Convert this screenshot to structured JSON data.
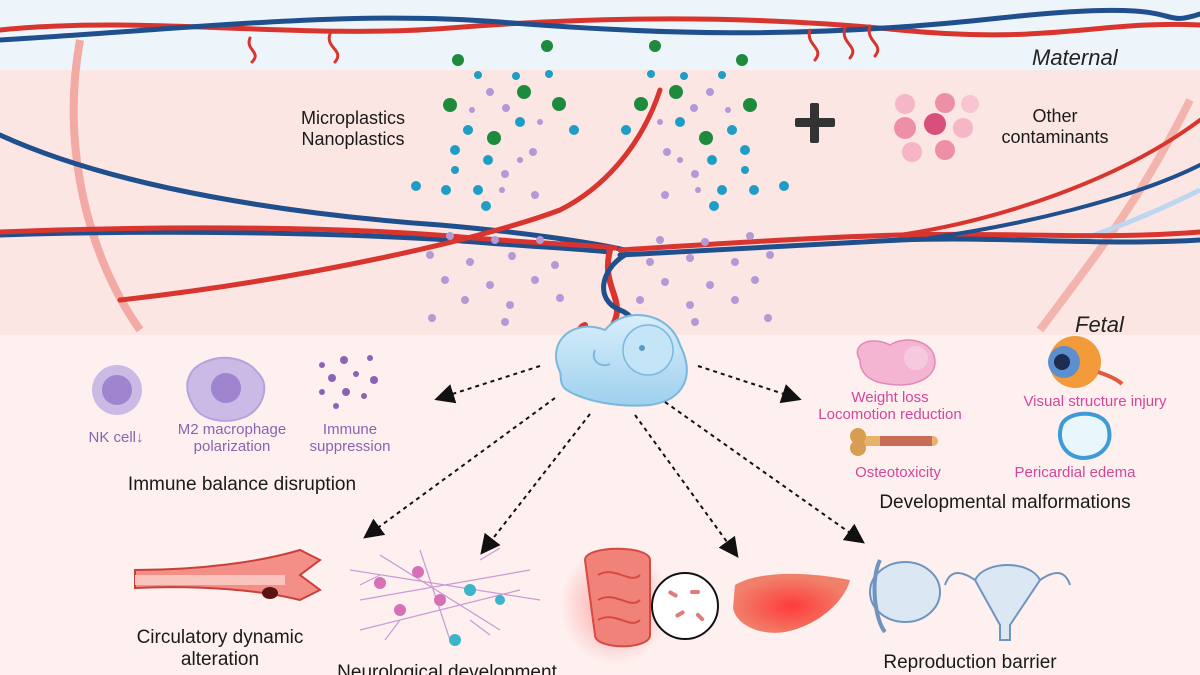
{
  "zones": {
    "maternal": "Maternal",
    "fetal": "Fetal"
  },
  "maternal": {
    "particles_label_line1": "Microplastics",
    "particles_label_line2": "Nanoplastics",
    "other_label_line1": "Other",
    "other_label_line2": "contaminants"
  },
  "immune": {
    "nk": "NK cell↓",
    "m2_line1": "M2 macrophage",
    "m2_line2": "polarization",
    "supp_line1": "Immune",
    "supp_line2": "suppression",
    "title": "Immune balance disruption"
  },
  "developmental": {
    "weight_line1": "Weight loss",
    "weight_line2": "Locomotion reduction",
    "visual": "Visual structure injury",
    "osteo": "Osteotoxicity",
    "pericardial": "Pericardial edema",
    "title": "Developmental malformations"
  },
  "bottom": {
    "circ_line1": "Circulatory dynamic",
    "circ_line2": "alteration",
    "neuro": "Neurological development",
    "repro": "Reproduction barrier"
  },
  "colors": {
    "artery": "#d8352f",
    "vein": "#1f4f8c",
    "particle_green": "#1d8a3c",
    "particle_blue": "#1f9dc4",
    "particle_lavender": "#b39ad6",
    "contaminant_pink": "#ee8fa8",
    "purple_text": "#8a63b4",
    "pink_text": "#d5459a"
  }
}
